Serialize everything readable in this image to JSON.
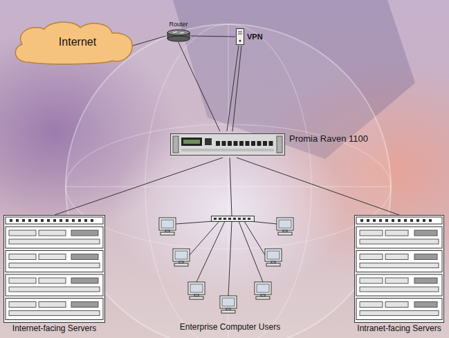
{
  "diagram": {
    "nodes": [
      {
        "text": [
          "Internet"
        ]
      },
      {
        "text": [
          "Router"
        ]
      },
      {
        "text": [
          "VPN"
        ]
      },
      {
        "text": [
          "Promia Raven 1100"
        ]
      },
      {
        "text": [
          "Internet-facing Servers"
        ]
      },
      {
        "text": [
          "Enterprise Computer Users"
        ]
      },
      {
        "text": [
          "Intranet-facing Servers"
        ]
      }
    ],
    "edges": [
      {
        "from": 0,
        "to": 1,
        "arrow": "none"
      },
      {
        "from": 1,
        "to": 2,
        "arrow": "none"
      },
      {
        "from": 1,
        "to": 3,
        "arrow": "none"
      },
      {
        "from": 2,
        "to": 3,
        "arrow": "none"
      },
      {
        "from": 2,
        "to": 3,
        "arrow": "none"
      },
      {
        "from": 3,
        "to": 4,
        "arrow": "none"
      },
      {
        "from": 3,
        "to": 5,
        "arrow": "none"
      },
      {
        "from": 3,
        "to": 6,
        "arrow": "none"
      }
    ]
  }
}
